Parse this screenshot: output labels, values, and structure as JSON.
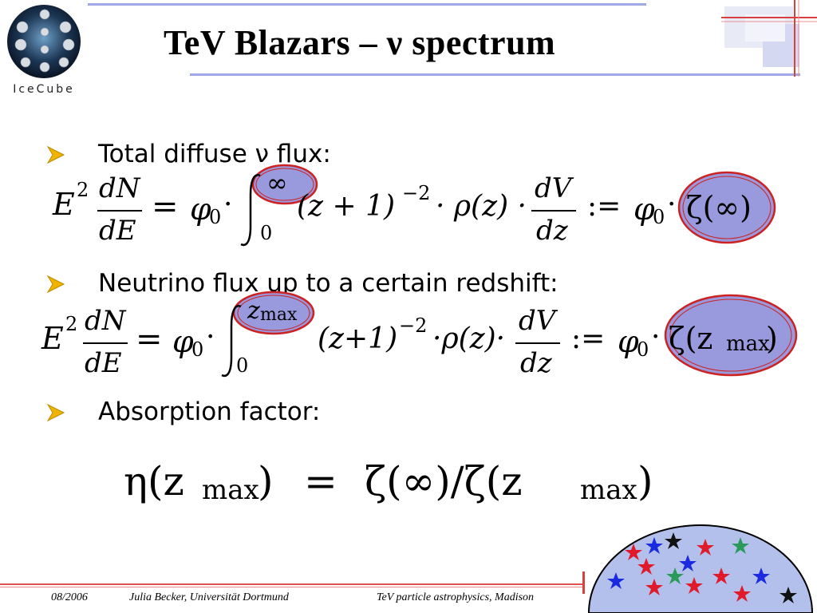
{
  "header": {
    "title": "TeV Blazars – ν spectrum",
    "logo_text": "IceCube"
  },
  "bullets": [
    {
      "text": "Total diffuse ν flux:"
    },
    {
      "text": "Neutrino flux up to a certain redshift:"
    },
    {
      "text": "Absorption factor:"
    }
  ],
  "equations": {
    "eq1": {
      "lhs_E": "E",
      "lhs_exp": "2",
      "lhs_num": "dN",
      "lhs_den": "dE",
      "eq": "=",
      "phi": "φ",
      "phi_sub": "0",
      "dot": "·",
      "int_upper": "∞",
      "int_lower": "0",
      "factor1": "(z + 1)",
      "factor1_exp": "−2",
      "rho": "· ρ(z) ·",
      "dv_num": "dV",
      "dv_den": "dz",
      "defeq": ":=",
      "zeta": "ζ(∞)"
    },
    "eq2": {
      "lhs_E": "E",
      "lhs_exp": "2",
      "lhs_num": "dN",
      "lhs_den": "dE",
      "eq": "=",
      "phi": "φ",
      "phi_sub": "0",
      "dot": "·",
      "int_upper": "z",
      "int_upper_sub": "max",
      "int_lower": "0",
      "factor1": "(z+1)",
      "factor1_exp": "−2",
      "rho": "·ρ(z)·",
      "dv_num": "dV",
      "dv_den": "dz",
      "defeq": ":=",
      "zeta": "ζ(z",
      "zeta_sub": "max",
      "zeta_close": ")"
    },
    "eq3": {
      "eta": "η(z",
      "eta_sub": "max",
      "eta_close": ")",
      "eq": "=",
      "rhs1": "ζ(∞)/ζ(z",
      "rhs_sub": "max",
      "rhs_close": ")"
    }
  },
  "footer": {
    "date": "08/2006",
    "author": "Julia Becker, Universität Dortmund",
    "event": "TeV particle astrophysics, Madison"
  },
  "colors": {
    "highlight_fill": "#9999dd",
    "highlight_ring": "#cc2222",
    "bullet_arrow": "#f0b400",
    "accent_line": "#9fa8e6"
  }
}
